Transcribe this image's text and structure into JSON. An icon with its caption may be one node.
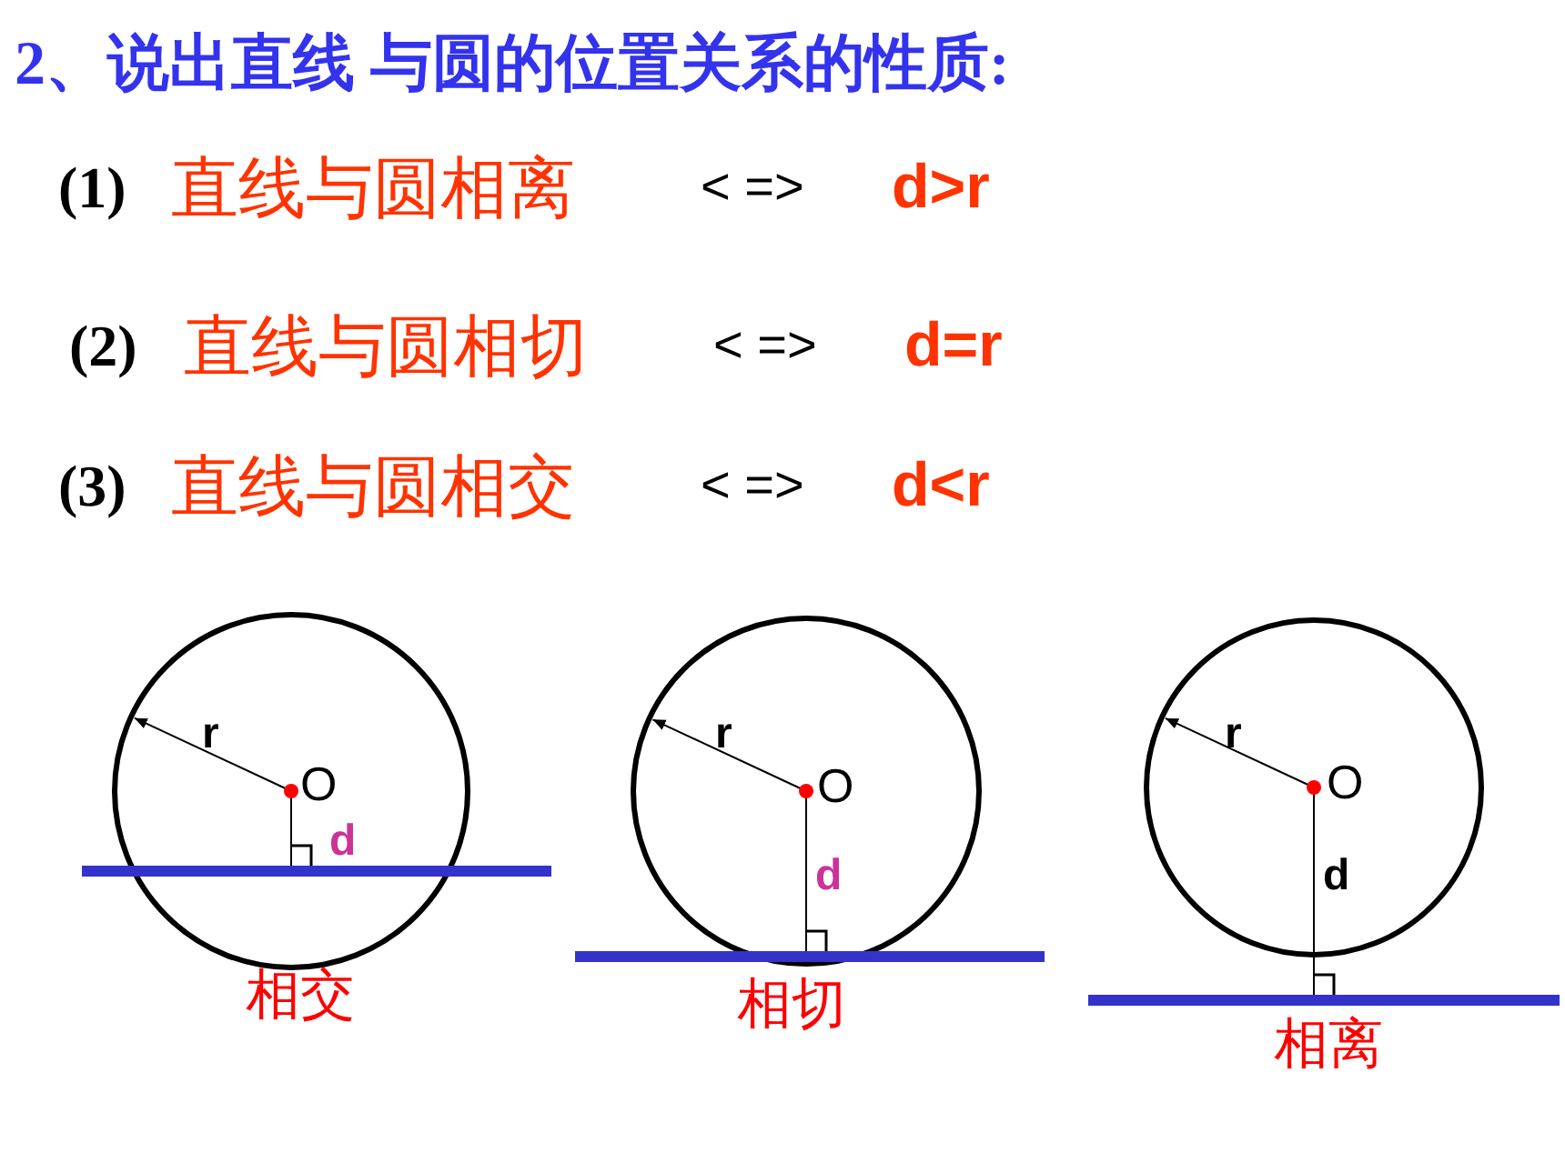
{
  "diagram": {
    "title": "2、说出直线 与圆的位置关系的性质:",
    "labels": [
      "(1)",
      "直线与圆相离",
      "< =>",
      "d>r",
      "(2)",
      "直线与圆相切",
      "< =>",
      "d=r",
      "(3)",
      "直线与圆相交",
      "< =>",
      "d<r",
      "r",
      "O",
      "d",
      "相交",
      "r",
      "O",
      "d",
      "相切",
      "r",
      "O",
      "d",
      "相离"
    ]
  }
}
